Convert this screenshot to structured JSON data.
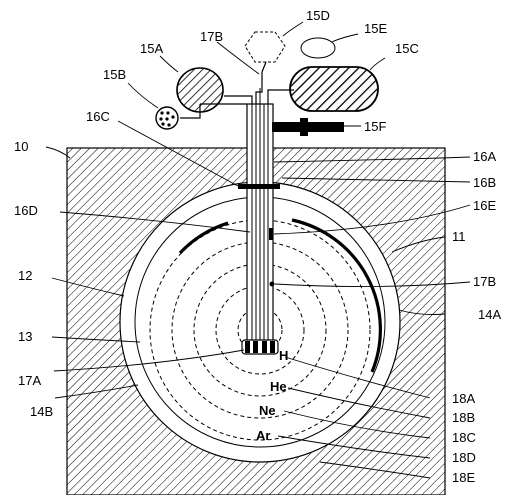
{
  "diagram": {
    "reference_labels": {
      "n10": "10",
      "n11": "11",
      "n12": "12",
      "n13": "13",
      "n14A": "14A",
      "n14B": "14B",
      "n15A": "15A",
      "n15B": "15B",
      "n15C": "15C",
      "n15D": "15D",
      "n15E": "15E",
      "n15F": "15F",
      "n16A": "16A",
      "n16B": "16B",
      "n16C": "16C",
      "n16D": "16D",
      "n16E": "16E",
      "n17A": "17A",
      "n17B_top": "17B",
      "n17B_right": "17B",
      "n18A": "18A",
      "n18B": "18B",
      "n18C": "18C",
      "n18D": "18D",
      "n18E": "18E"
    },
    "element_labels": {
      "h": "H",
      "he": "He",
      "ne": "Ne",
      "ar": "Ar"
    }
  }
}
